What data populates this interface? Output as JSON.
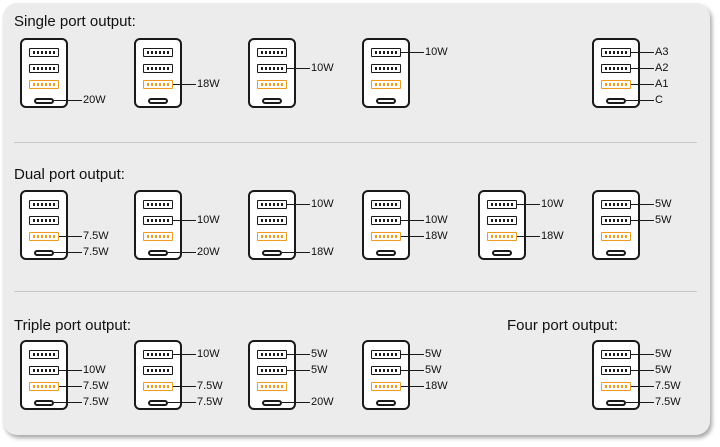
{
  "sections": {
    "single": "Single port output:",
    "dual": "Dual port output:",
    "triple": "Triple port output:",
    "four": "Four port output:"
  },
  "colors": {
    "panel": "#ececec",
    "usb_a_fast": "#f29a1f",
    "outline": "#1a1a1a"
  },
  "port_order": [
    "A3",
    "A2",
    "A1",
    "C"
  ],
  "chargers": [
    {
      "group": "single",
      "labels": [
        "",
        "",
        "",
        "20W"
      ]
    },
    {
      "group": "single",
      "labels": [
        "",
        "",
        "18W",
        ""
      ]
    },
    {
      "group": "single",
      "labels": [
        "",
        "10W",
        "",
        ""
      ]
    },
    {
      "group": "single",
      "labels": [
        "10W",
        "",
        "",
        ""
      ]
    },
    {
      "group": "single-legend",
      "labels": [
        "A3",
        "A2",
        "A1",
        "C"
      ]
    },
    {
      "group": "dual",
      "labels": [
        "",
        "",
        "7.5W",
        "7.5W"
      ]
    },
    {
      "group": "dual",
      "labels": [
        "",
        "10W",
        "",
        "20W"
      ]
    },
    {
      "group": "dual",
      "labels": [
        "10W",
        "",
        "",
        "18W"
      ]
    },
    {
      "group": "dual",
      "labels": [
        "",
        "10W",
        "18W",
        ""
      ]
    },
    {
      "group": "dual",
      "labels": [
        "10W",
        "",
        "18W",
        ""
      ]
    },
    {
      "group": "dual",
      "labels": [
        "5W",
        "5W",
        "",
        ""
      ]
    },
    {
      "group": "triple",
      "labels": [
        "",
        "10W",
        "7.5W",
        "7.5W"
      ]
    },
    {
      "group": "triple",
      "labels": [
        "10W",
        "",
        "7.5W",
        "7.5W"
      ]
    },
    {
      "group": "triple",
      "labels": [
        "5W",
        "5W",
        "",
        "20W"
      ]
    },
    {
      "group": "triple",
      "labels": [
        "5W",
        "5W",
        "18W",
        ""
      ]
    },
    {
      "group": "four",
      "labels": [
        "5W",
        "5W",
        "7.5W",
        "7.5W"
      ]
    }
  ]
}
